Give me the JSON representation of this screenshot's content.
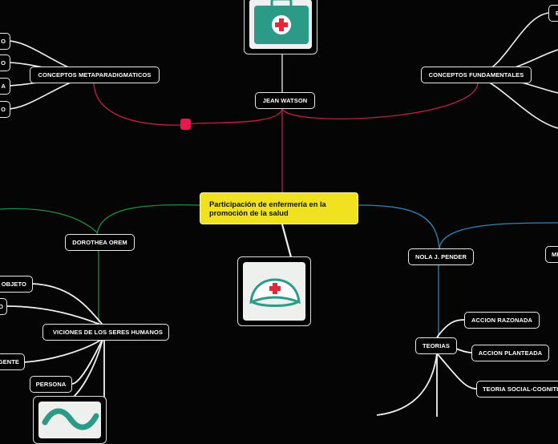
{
  "central": {
    "line1": "Participación de enfermería en la",
    "line2": "promoción de la salud"
  },
  "watson": {
    "label": "JEAN WATSON",
    "metaparadigm": "CONCEPTOS METAPARADIGMATICOS",
    "meta_children": [
      "O",
      "O",
      "A",
      "O"
    ],
    "fundamental": "CONCEPTOS FUNDAMENTALES",
    "fund_children": [
      "E"
    ]
  },
  "orem": {
    "label": "DOROTHEA OREM",
    "visions": "VICIONES DE LOS SERES HUMANOS",
    "children": [
      "OBJETO",
      "O",
      "GENTE",
      "PERSONA"
    ]
  },
  "pender": {
    "label": "NOLA J. PENDER",
    "right_partial": "MI",
    "teorias": "TEORIAS",
    "teorias_children": [
      "ACCION RAZONADA",
      "ACCION PLANTEADA",
      "TEORIA SOCIAL-COGNITIVA"
    ]
  },
  "icons": {
    "top_image": "first-aid-kit-icon",
    "middle_image": "nurse-cap-icon",
    "bottom_image": "teal-image-icon"
  },
  "colors": {
    "background": "#050506",
    "central_fill": "#f0e21f",
    "watson_branch": "#c41e4d",
    "orem_branch": "#1e8f45",
    "pender_branch": "#2f86b5",
    "marker": "#e8184d"
  }
}
